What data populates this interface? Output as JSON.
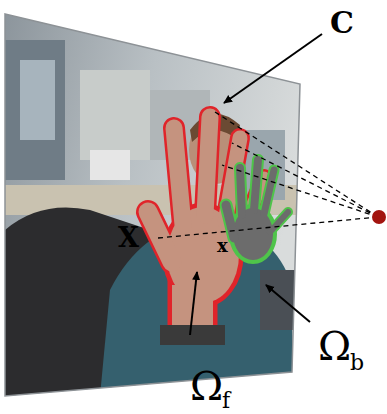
{
  "diagram": {
    "labels": [
      "C",
      "X",
      "x",
      "Ω",
      "f",
      "Ω",
      "b"
    ]
  }
}
